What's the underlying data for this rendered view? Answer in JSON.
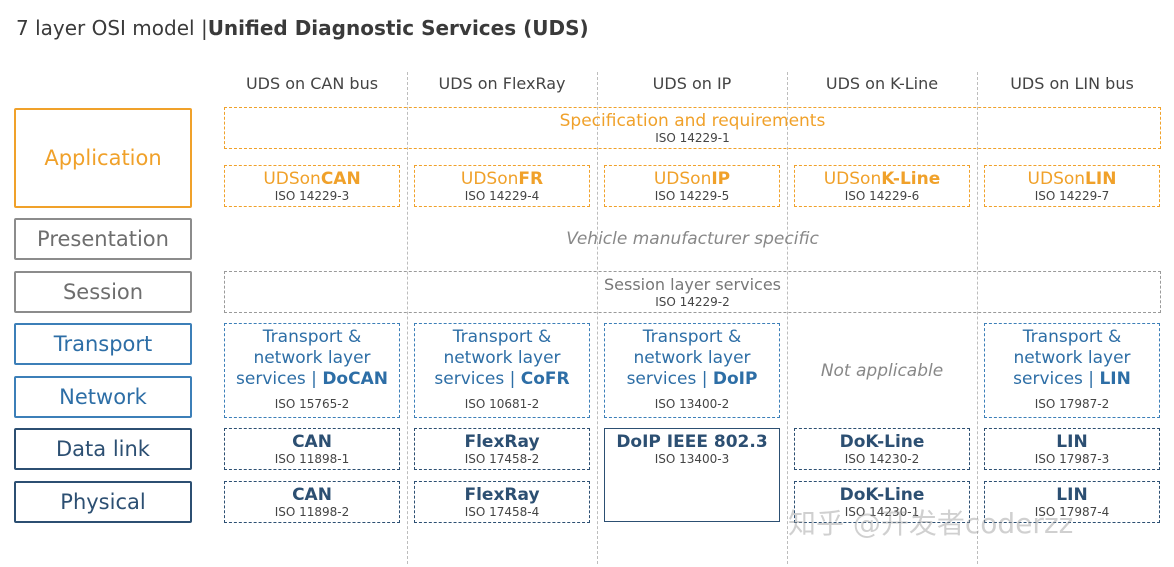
{
  "title": {
    "prefix": "7 layer OSI model |",
    "bold": "Unified Diagnostic Services (UDS)"
  },
  "columns": [
    "UDS on CAN bus",
    "UDS on FlexRay",
    "UDS on IP",
    "UDS on K-Line",
    "UDS on LIN bus"
  ],
  "layers": [
    "Application",
    "Presentation",
    "Session",
    "Transport",
    "Network",
    "Data link",
    "Physical"
  ],
  "application": {
    "spec": {
      "label": "Specification and requirements",
      "iso": "ISO 14229-1"
    },
    "implementations": [
      {
        "prefix": "UDSon",
        "bold": "CAN",
        "iso": "ISO 14229-3"
      },
      {
        "prefix": "UDSon",
        "bold": "FR",
        "iso": "ISO 14229-4"
      },
      {
        "prefix": "UDSon",
        "bold": "IP",
        "iso": "ISO 14229-5"
      },
      {
        "prefix": "UDSon",
        "bold": "K-Line",
        "iso": "ISO 14229-6"
      },
      {
        "prefix": "UDSon",
        "bold": "LIN",
        "iso": "ISO 14229-7"
      }
    ]
  },
  "presentation": {
    "text": "Vehicle manufacturer specific"
  },
  "session": {
    "label": "Session layer services",
    "iso": "ISO 14229-2"
  },
  "transport_network": [
    {
      "line1": "Transport &",
      "line2": "network layer",
      "line3": "services | ",
      "bold": "DoCAN",
      "iso": "ISO 15765-2"
    },
    {
      "line1": "Transport &",
      "line2": "network layer",
      "line3": "services | ",
      "bold": "CoFR",
      "iso": "ISO 10681-2"
    },
    {
      "line1": "Transport &",
      "line2": "network layer",
      "line3": "services | ",
      "bold": "DoIP",
      "iso": "ISO 13400-2"
    },
    {
      "not_applicable": "Not applicable"
    },
    {
      "line1": "Transport &",
      "line2": "network layer",
      "line3": "services | ",
      "bold": "LIN",
      "iso": "ISO 17987-2"
    }
  ],
  "data_link": [
    {
      "name": "CAN",
      "iso": "ISO 11898-1"
    },
    {
      "name": "FlexRay",
      "iso": "ISO 17458-2"
    },
    {
      "name": "DoIP IEEE 802.3",
      "iso": "ISO 13400-3"
    },
    {
      "name": "DoK-Line",
      "iso": "ISO 14230-2"
    },
    {
      "name": "LIN",
      "iso": "ISO 17987-3"
    }
  ],
  "physical": [
    {
      "name": "CAN",
      "iso": "ISO 11898-2"
    },
    {
      "name": "FlexRay",
      "iso": "ISO 17458-4"
    },
    {
      "name": "DoK-Line",
      "iso": "ISO 14230-1"
    },
    {
      "name": "LIN",
      "iso": "ISO 17987-4"
    }
  ],
  "watermark": "知乎 @开发者coderzz"
}
